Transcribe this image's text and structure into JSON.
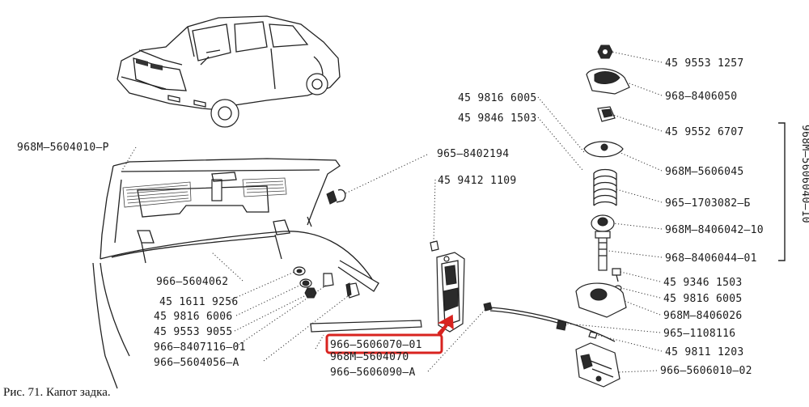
{
  "figure": {
    "caption": "Рис. 71. Капот задка.",
    "highlight_color": "#d8231f",
    "highlighted_part": "966-5606070-01",
    "group_label": "968M-5606040-10"
  },
  "labels": {
    "hood_assembly": "968M–5604010–P",
    "buffer": "965–8402194",
    "screw_top": "45 9412 1109",
    "hood_seal": "966–5604062",
    "washer_1": "45 1611 9256",
    "washer_2": "45 9816 6006",
    "nut_1": "45 9553 9055",
    "pad": "966–8407116–01",
    "stay": "966–5604056–A",
    "striker": "966–5606070–01",
    "striker_plate": "968M–5604070",
    "cable": "966–5606090–A",
    "screw_a": "45 9816 6005",
    "screw_b": "45 9846 1503",
    "nut_top": "45 9553 1257",
    "cap_rubber": "968–8406050",
    "nut_square": "45 9552 6707",
    "spring_seat": "968M–5606045",
    "spring": "965–1703082–Б",
    "spring_cup": "968M–8406042–10",
    "bolt": "968–8406044–01",
    "screw_c": "45 9346 1503",
    "washer_c": "45 9816 6005",
    "bracket": "968M–8406026",
    "cable_clip": "965–1108116",
    "screw_d": "45 9811 1203",
    "lock": "966–5606010–02",
    "group": "968M–5606040–10"
  }
}
